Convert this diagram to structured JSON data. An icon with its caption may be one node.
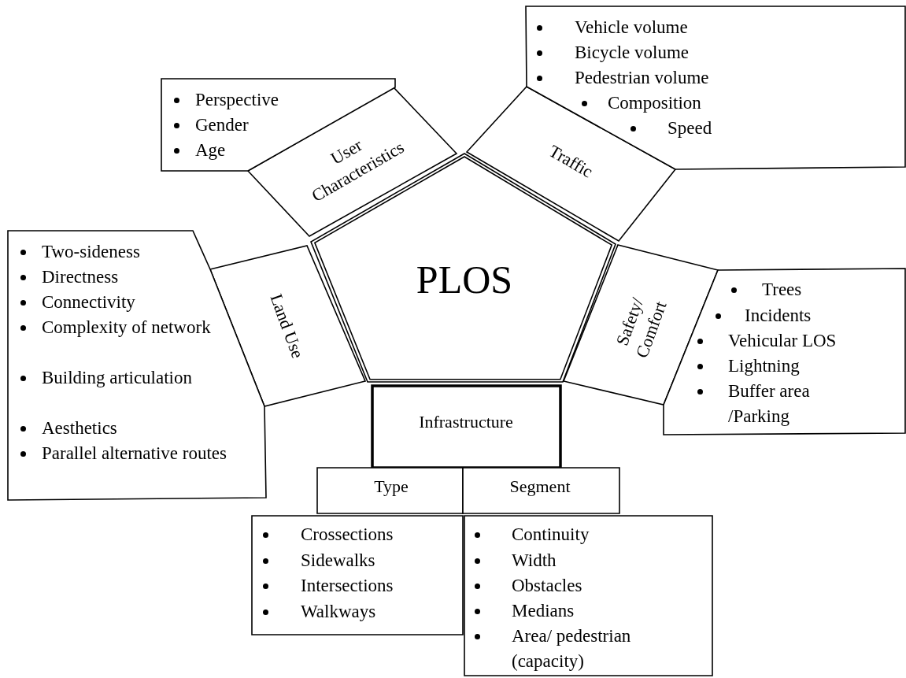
{
  "diagram": {
    "nodes": [
      {
        "text": [
          "PLOS"
        ]
      },
      {
        "text": [
          "User Characteristics"
        ]
      },
      {
        "text": [
          "Traffic"
        ]
      },
      {
        "text": [
          "Land Use"
        ]
      },
      {
        "text": [
          "Safety/ Comfort"
        ]
      },
      {
        "text": [
          "Infrastructure"
        ]
      },
      {
        "text": [
          "Type"
        ]
      },
      {
        "text": [
          "Segment"
        ]
      },
      {
        "text": [
          "Perspective",
          "Gender",
          "Age"
        ]
      },
      {
        "text": [
          "Vehicle volume",
          "Bicycle volume",
          "Pedestrian volume",
          "Composition",
          "Speed"
        ]
      },
      {
        "text": [
          "Two-sideness",
          "Directness",
          "Connectivity",
          "Complexity of network",
          "Building articulation",
          "Aesthetics",
          "Parallel alternative routes"
        ]
      },
      {
        "text": [
          "Trees",
          "Incidents",
          "Vehicular LOS",
          "Lightning",
          "Buffer area /Parking"
        ]
      },
      {
        "text": [
          "Crossections",
          "Sidewalks",
          "Intersections",
          "Walkways"
        ]
      },
      {
        "text": [
          "Continuity",
          "Width",
          "Obstacles",
          "Medians",
          "Area/ pedestrian (capacity)"
        ]
      }
    ]
  }
}
